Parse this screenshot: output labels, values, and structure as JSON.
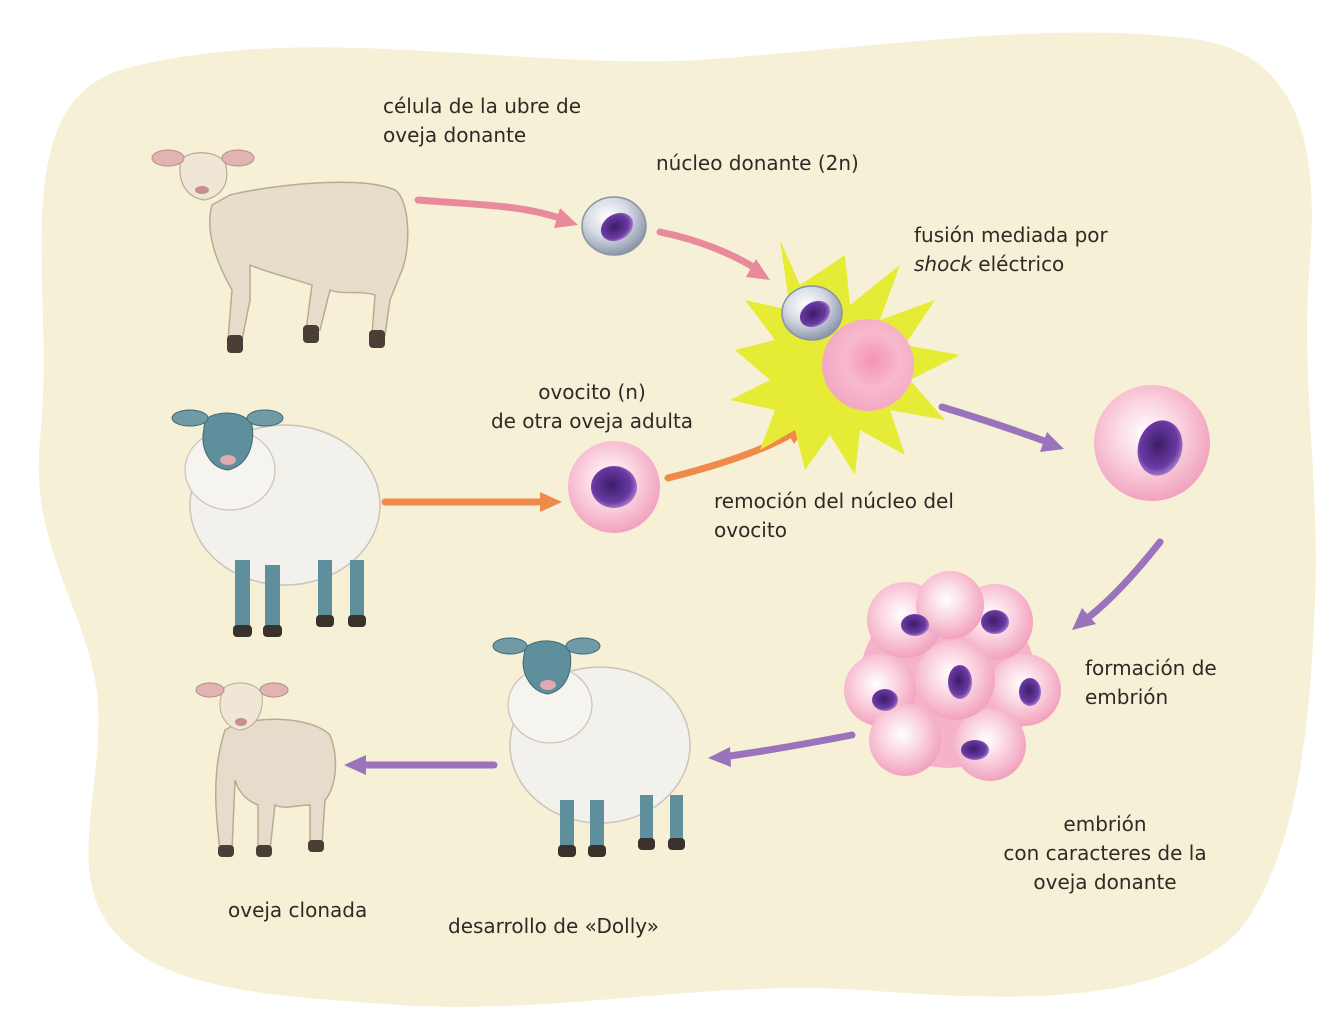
{
  "labels": {
    "udder_cell": [
      "célula de la ubre de",
      "oveja donante"
    ],
    "donor_nucleus": "núcleo donante (2n)",
    "fusion": {
      "italic": "shock",
      "line1": "fusión mediada por",
      "line2_rest": " eléctrico"
    },
    "oocyte": [
      "ovocito (n)",
      "de otra oveja adulta"
    ],
    "enucleation": [
      "remoción del núcleo del",
      "ovocito"
    ],
    "embryo_formation": [
      "formación de",
      "embrión"
    ],
    "embryo_traits": [
      "embrión",
      "con caracteres de la",
      "oveja donante"
    ],
    "dolly": "desarrollo de «Dolly»",
    "clone": "oveja clonada"
  },
  "colors": {
    "background_blob": "#f6f0d6",
    "arrow_pink": "#e98a9c",
    "arrow_orange": "#f08a4b",
    "arrow_purple": "#9b73bd",
    "flash_yellow": "#e6ec35",
    "oocyte_pink": "#f4b6cb",
    "nucleus_purple": "#5b2f8d",
    "white_wool": "#f3f1ec",
    "face_bluegray": "#5f8f9c",
    "lamb_beige": "#e7dccb"
  }
}
